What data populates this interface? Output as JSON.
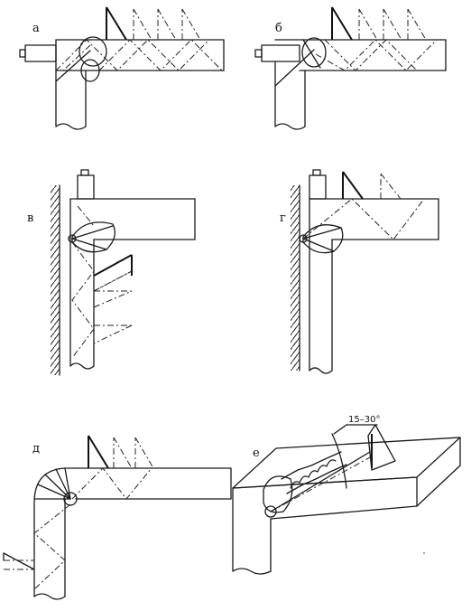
{
  "panels": [
    {
      "id": "a",
      "label": "а"
    },
    {
      "id": "b",
      "label": "б"
    },
    {
      "id": "v",
      "label": "в"
    },
    {
      "id": "g",
      "label": "г"
    },
    {
      "id": "d",
      "label": "д"
    },
    {
      "id": "e",
      "label": "е"
    }
  ],
  "angle_annotation": "15–30°"
}
